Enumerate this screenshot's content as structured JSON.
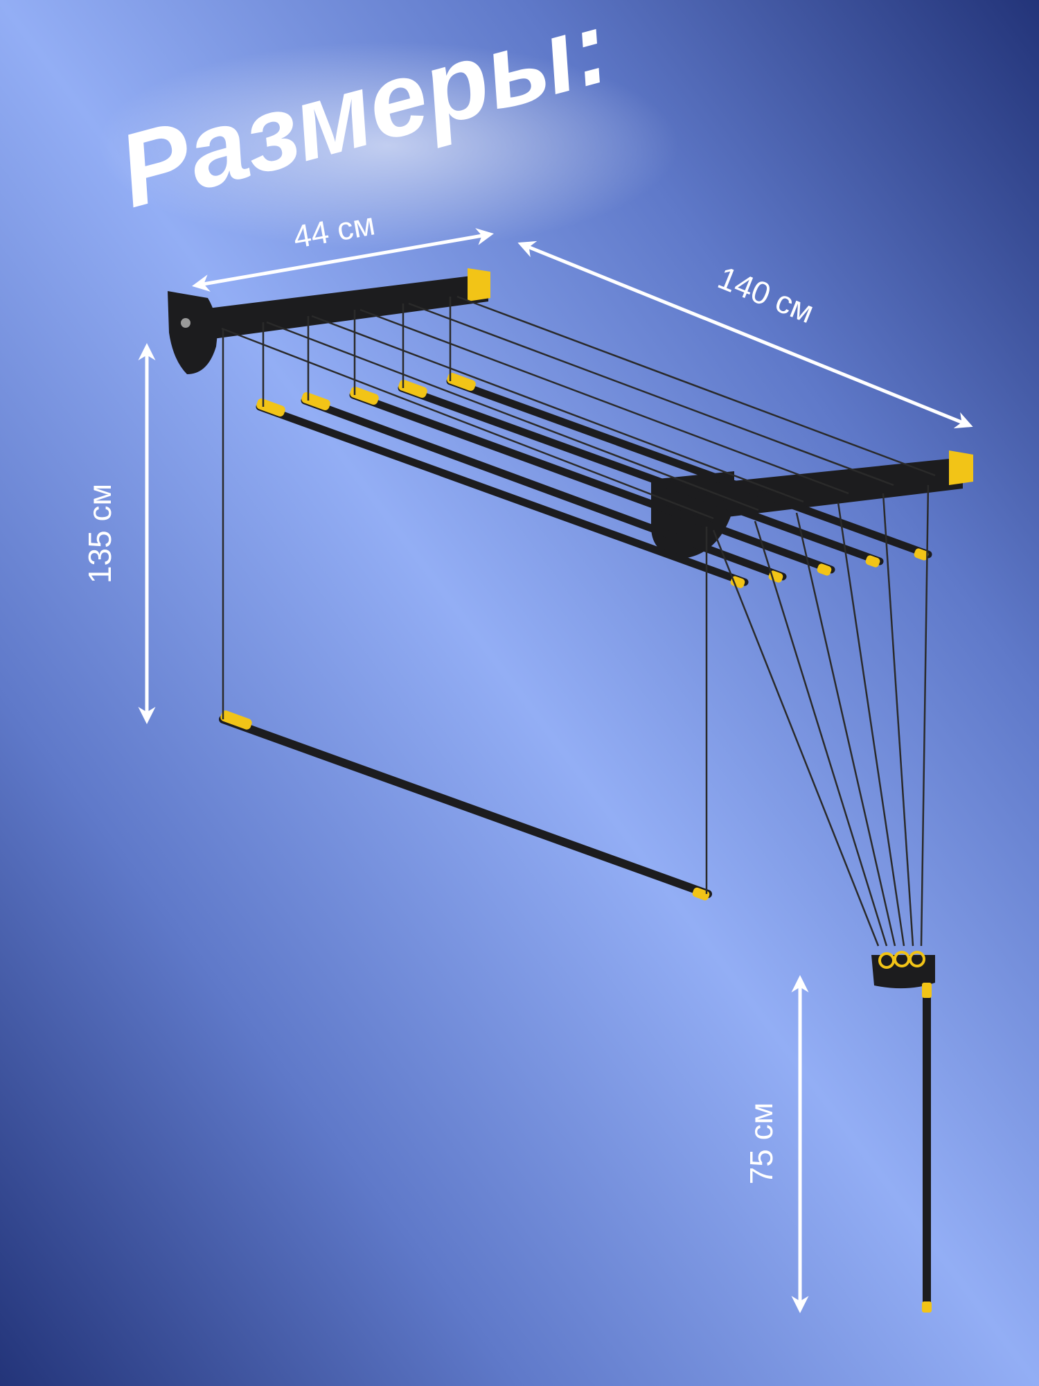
{
  "title": "Размеры:",
  "dimensions": {
    "depth": "44 см",
    "length": "140 см",
    "height": "135 см",
    "pole": "75 см"
  },
  "colors": {
    "background_light": "#93AEF5",
    "background_dark": "#233479",
    "frame": "#1c1c1e",
    "accent": "#F2C417",
    "cable": "#2a2a2a",
    "arrow": "#ffffff"
  }
}
